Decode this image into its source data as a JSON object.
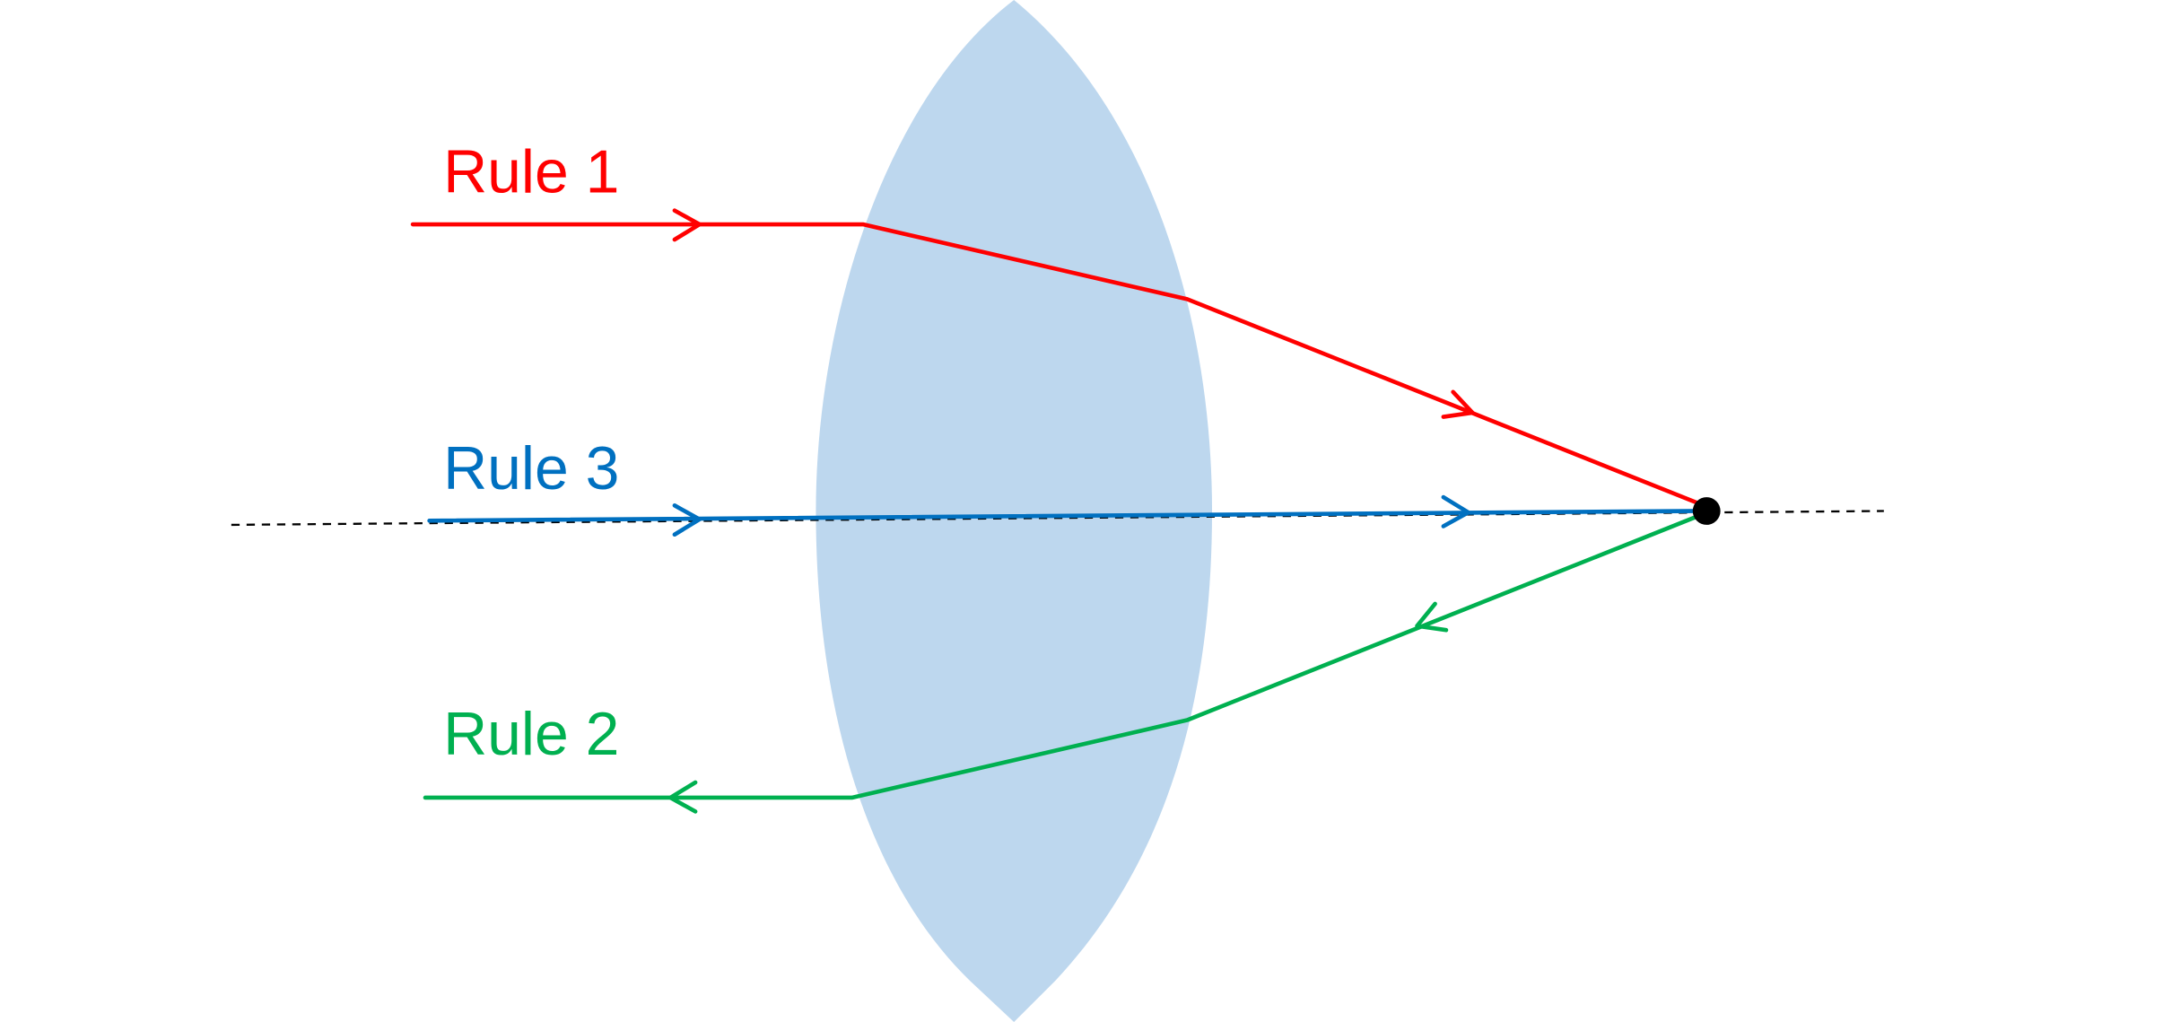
{
  "labels": {
    "rule1": "Rule 1",
    "rule2": "Rule 2",
    "rule3": "Rule 3"
  },
  "colors": {
    "lens": "#bdd7ee",
    "rule1": "#ff0000",
    "rule2": "#00b050",
    "rule3": "#0070c0",
    "axis": "#000000",
    "focal_point": "#000000"
  }
}
